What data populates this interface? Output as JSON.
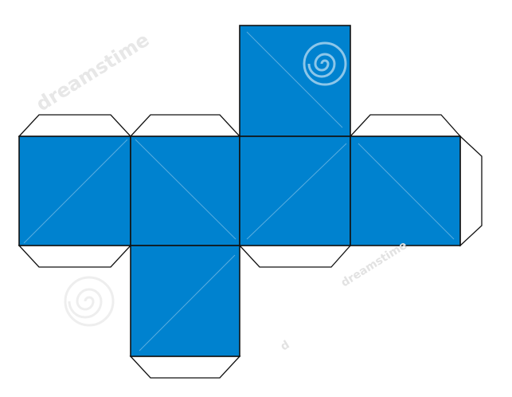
{
  "diagram": {
    "face_color": "#0082cf",
    "tab_fill": "#ffffff",
    "outline_color": "#111111",
    "faces": [
      {
        "name": "face-top"
      },
      {
        "name": "face-left"
      },
      {
        "name": "face-center-left"
      },
      {
        "name": "face-center-right"
      },
      {
        "name": "face-right"
      },
      {
        "name": "face-bottom"
      }
    ]
  },
  "watermark": {
    "brand_top": "dreamstime",
    "brand_mid": "dreamstime",
    "mark_small": "d"
  }
}
